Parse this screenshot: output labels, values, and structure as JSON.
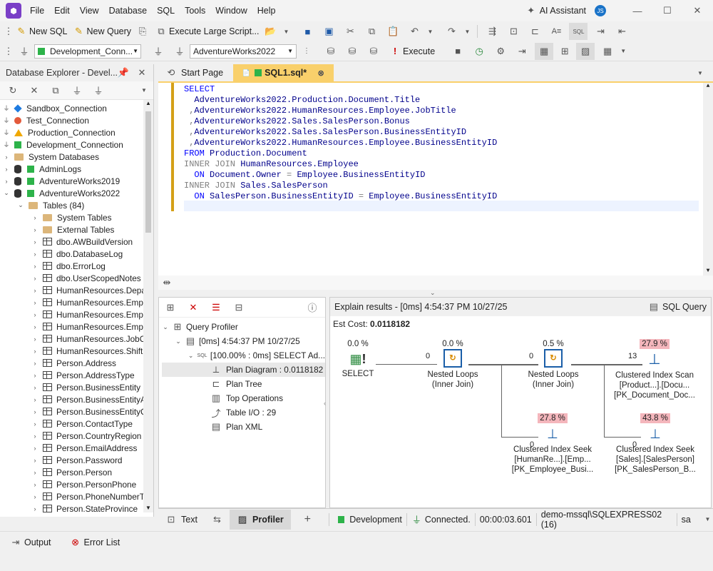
{
  "menu": [
    "File",
    "Edit",
    "View",
    "Database",
    "SQL",
    "Tools",
    "Window",
    "Help"
  ],
  "ai_assistant": "AI Assistant",
  "avatar": "JS",
  "toolbar1": {
    "new_sql": "New SQL",
    "new_query": "New Query",
    "exec_large": "Execute Large Script..."
  },
  "toolbar2": {
    "connection": "Development_Conn...",
    "database": "AdventureWorks2022",
    "execute": "Execute"
  },
  "explorer": {
    "title": "Database Explorer - Devel...",
    "items": [
      {
        "label": "Sandbox_Connection",
        "type": "conn",
        "color": "#1e7be0",
        "shape": "diamond",
        "depth": 0
      },
      {
        "label": "Test_Connection",
        "type": "conn",
        "color": "#e35a3b",
        "shape": "circle",
        "depth": 0
      },
      {
        "label": "Production_Connection",
        "type": "conn",
        "color": "#f0a800",
        "shape": "triangle",
        "depth": 0
      },
      {
        "label": "Development_Connection",
        "type": "conn",
        "color": "#2db34a",
        "shape": "square",
        "depth": 0
      },
      {
        "label": "System Databases",
        "type": "folder",
        "depth": 0,
        "caret": "›"
      },
      {
        "label": "AdminLogs",
        "type": "db",
        "depth": 0,
        "caret": "›"
      },
      {
        "label": "AdventureWorks2019",
        "type": "db",
        "depth": 0,
        "caret": "›"
      },
      {
        "label": "AdventureWorks2022",
        "type": "db",
        "depth": 0,
        "caret": "⌄"
      },
      {
        "label": "Tables (84)",
        "type": "folder",
        "depth": 1,
        "caret": "⌄"
      },
      {
        "label": "System Tables",
        "type": "folder",
        "depth": 2,
        "caret": "›"
      },
      {
        "label": "External Tables",
        "type": "folder",
        "depth": 2,
        "caret": "›"
      },
      {
        "label": "dbo.AWBuildVersion",
        "type": "table",
        "depth": 2,
        "caret": "›"
      },
      {
        "label": "dbo.DatabaseLog",
        "type": "table",
        "depth": 2,
        "caret": "›"
      },
      {
        "label": "dbo.ErrorLog",
        "type": "table",
        "depth": 2,
        "caret": "›"
      },
      {
        "label": "dbo.UserScopedNotes",
        "type": "table",
        "depth": 2,
        "caret": "›"
      },
      {
        "label": "HumanResources.Depar",
        "type": "table",
        "depth": 2,
        "caret": "›"
      },
      {
        "label": "HumanResources.Emplo",
        "type": "table",
        "depth": 2,
        "caret": "›"
      },
      {
        "label": "HumanResources.Emplo",
        "type": "table",
        "depth": 2,
        "caret": "›"
      },
      {
        "label": "HumanResources.Emplo",
        "type": "table",
        "depth": 2,
        "caret": "›"
      },
      {
        "label": "HumanResources.JobCa",
        "type": "table",
        "depth": 2,
        "caret": "›"
      },
      {
        "label": "HumanResources.Shift",
        "type": "table",
        "depth": 2,
        "caret": "›"
      },
      {
        "label": "Person.Address",
        "type": "table",
        "depth": 2,
        "caret": "›"
      },
      {
        "label": "Person.AddressType",
        "type": "table",
        "depth": 2,
        "caret": "›"
      },
      {
        "label": "Person.BusinessEntity",
        "type": "table",
        "depth": 2,
        "caret": "›"
      },
      {
        "label": "Person.BusinessEntityAc",
        "type": "table",
        "depth": 2,
        "caret": "›"
      },
      {
        "label": "Person.BusinessEntityCo",
        "type": "table",
        "depth": 2,
        "caret": "›"
      },
      {
        "label": "Person.ContactType",
        "type": "table",
        "depth": 2,
        "caret": "›"
      },
      {
        "label": "Person.CountryRegion",
        "type": "table",
        "depth": 2,
        "caret": "›"
      },
      {
        "label": "Person.EmailAddress",
        "type": "table",
        "depth": 2,
        "caret": "›"
      },
      {
        "label": "Person.Password",
        "type": "table",
        "depth": 2,
        "caret": "›"
      },
      {
        "label": "Person.Person",
        "type": "table",
        "depth": 2,
        "caret": "›"
      },
      {
        "label": "Person.PersonPhone",
        "type": "table",
        "depth": 2,
        "caret": "›"
      },
      {
        "label": "Person.PhoneNumberTy",
        "type": "table",
        "depth": 2,
        "caret": "›"
      },
      {
        "label": "Person.StateProvince",
        "type": "table",
        "depth": 2,
        "caret": "›"
      }
    ]
  },
  "tabs": {
    "start": "Start Page",
    "sql": "SQL1.sql*"
  },
  "code": [
    [
      [
        "kw",
        "SELECT"
      ]
    ],
    [
      [
        "ob",
        "  AdventureWorks2022.Production.Document.Title"
      ]
    ],
    [
      [
        "gr",
        " ,"
      ],
      [
        "ob",
        "AdventureWorks2022.HumanResources.Employee.JobTitle"
      ]
    ],
    [
      [
        "gr",
        " ,"
      ],
      [
        "ob",
        "AdventureWorks2022.Sales.SalesPerson.Bonus"
      ]
    ],
    [
      [
        "gr",
        " ,"
      ],
      [
        "ob",
        "AdventureWorks2022.Sales.SalesPerson.BusinessEntityID"
      ]
    ],
    [
      [
        "gr",
        " ,"
      ],
      [
        "ob",
        "AdventureWorks2022.HumanResources.Employee.BusinessEntityID"
      ]
    ],
    [
      [
        "kw",
        "FROM "
      ],
      [
        "ob",
        "Production.Document"
      ]
    ],
    [
      [
        "gr",
        "INNER JOIN "
      ],
      [
        "ob",
        "HumanResources.Employee"
      ]
    ],
    [
      [
        "kw",
        "  ON "
      ],
      [
        "ob",
        "Document.Owner "
      ],
      [
        "gr",
        "= "
      ],
      [
        "ob",
        "Employee.BusinessEntityID"
      ]
    ],
    [
      [
        "gr",
        "INNER JOIN "
      ],
      [
        "ob",
        "Sales.SalesPerson"
      ]
    ],
    [
      [
        "kw",
        "  ON "
      ],
      [
        "ob",
        "SalesPerson.BusinessEntityID "
      ],
      [
        "gr",
        "= "
      ],
      [
        "ob",
        "Employee.BusinessEntityID"
      ]
    ]
  ],
  "profiler": {
    "root": "Query Profiler",
    "run": "[0ms] 4:54:37 PM 10/27/25",
    "stmt": "[100.00% : 0ms] SELECT Ad...",
    "items": [
      "Plan Diagram : 0.0118182",
      "Plan Tree",
      "Top Operations",
      "Table I/O : 29",
      "Plan XML"
    ]
  },
  "plan": {
    "header": "Explain results - [0ms] 4:54:37 PM 10/27/25",
    "sql_query": "SQL Query",
    "est_cost_label": "Est Cost:",
    "est_cost": "0.0118182",
    "select": {
      "pct": "0.0 %",
      "label": "SELECT"
    },
    "nl1": {
      "pct": "0.0 %",
      "l1": "Nested Loops",
      "l2": "(Inner Join)",
      "rows_in": "0"
    },
    "nl2": {
      "pct": "0.5 %",
      "l1": "Nested Loops",
      "l2": "(Inner Join)",
      "rows_in": "0"
    },
    "cis": {
      "pct": "27.9 %",
      "l1": "Clustered Index Scan",
      "l2": "[Product...].[Docu...",
      "l3": "[PK_Document_Doc...",
      "rows": "13"
    },
    "seek1": {
      "pct": "27.8 %",
      "l1": "Clustered Index Seek",
      "l2": "[HumanRe...].[Emp...",
      "l3": "[PK_Employee_Busi...",
      "rows": "0"
    },
    "seek2": {
      "pct": "43.8 %",
      "l1": "Clustered Index Seek",
      "l2": "[Sales].[SalesPerson]",
      "l3": "[PK_SalesPerson_B...",
      "rows": "0"
    },
    "nl1_rows": "0"
  },
  "bottom_tabs": {
    "text": "Text",
    "profiler": "Profiler"
  },
  "status": {
    "env": "Development",
    "conn": "Connected.",
    "time": "00:00:03.601",
    "server": "demo-mssql\\SQLEXPRESS02 (16)",
    "user": "sa"
  },
  "output_tabs": {
    "output": "Output",
    "errors": "Error List"
  },
  "colors": {
    "accent": "#f9d06b",
    "kw": "#0000ff",
    "highlight": "#f4b6bc"
  }
}
